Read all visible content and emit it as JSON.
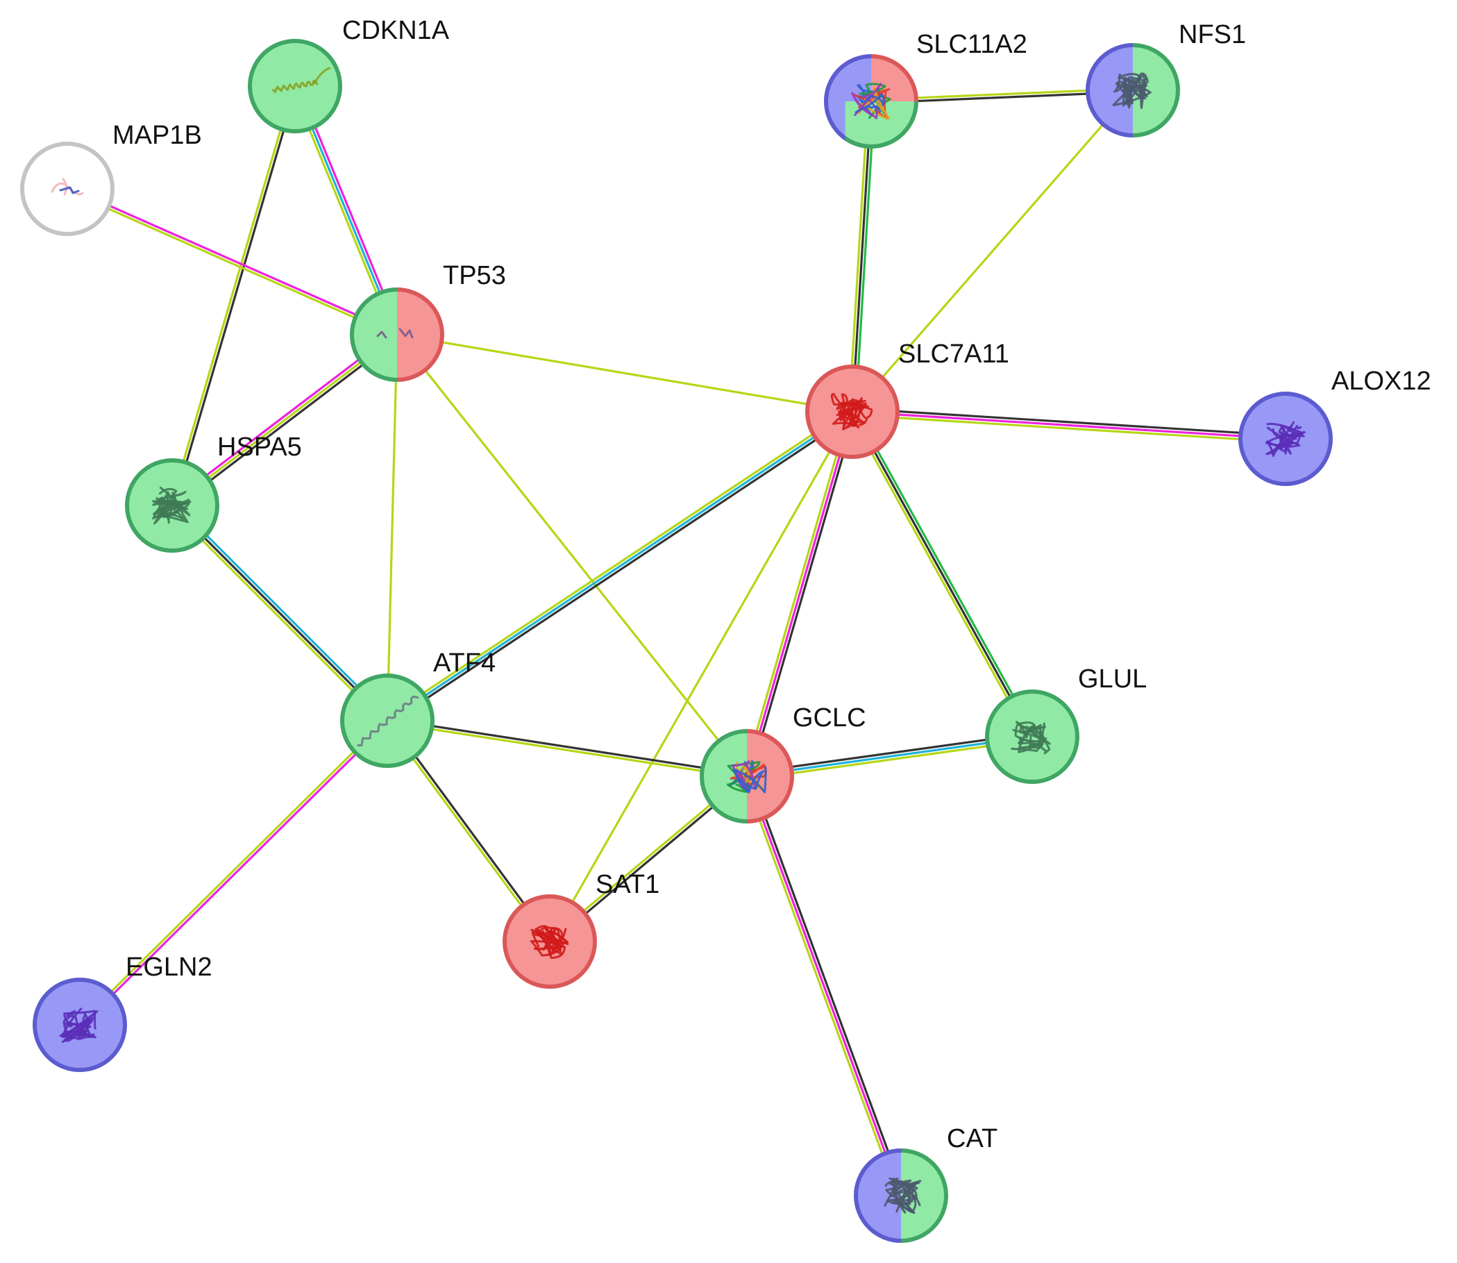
{
  "diagram": {
    "type": "protein-interaction-network",
    "colors": {
      "green_fill": "#90e9a5",
      "green_ring": "#3fa664",
      "red_fill": "#f69595",
      "red_ring": "#db5858",
      "blue_fill": "#9898f6",
      "blue_ring": "#5c5cd0",
      "white_fill": "#ffffff",
      "gray_ring": "#c4c4c4",
      "edge_yellowgreen": "#b6d616",
      "edge_black": "#333333",
      "edge_magenta": "#ee22dd",
      "edge_cyan": "#1eb2d8",
      "edge_green": "#22bb44"
    },
    "nodes": [
      {
        "id": "CDKN1A",
        "label": "CDKN1A",
        "colors": [
          "green"
        ],
        "structure": "helix"
      },
      {
        "id": "MAP1B",
        "label": "MAP1B",
        "colors": [
          "white"
        ],
        "structure": "faint"
      },
      {
        "id": "TP53",
        "label": "TP53",
        "colors": [
          "green",
          "red"
        ],
        "structure": "small"
      },
      {
        "id": "HSPA5",
        "label": "HSPA5",
        "colors": [
          "green"
        ],
        "structure": "globular"
      },
      {
        "id": "SLC11A2",
        "label": "SLC11A2",
        "colors": [
          "blue",
          "red",
          "green"
        ],
        "structure": "rainbow"
      },
      {
        "id": "NFS1",
        "label": "NFS1",
        "colors": [
          "blue",
          "green"
        ],
        "structure": "globular"
      },
      {
        "id": "SLC7A11",
        "label": "SLC7A11",
        "colors": [
          "red"
        ],
        "structure": "globular"
      },
      {
        "id": "ALOX12",
        "label": "ALOX12",
        "colors": [
          "blue"
        ],
        "structure": "globular"
      },
      {
        "id": "ATF4",
        "label": "ATF4",
        "colors": [
          "green"
        ],
        "structure": "helix"
      },
      {
        "id": "GCLC",
        "label": "GCLC",
        "colors": [
          "green",
          "red"
        ],
        "structure": "rainbow"
      },
      {
        "id": "GLUL",
        "label": "GLUL",
        "colors": [
          "green"
        ],
        "structure": "globular"
      },
      {
        "id": "SAT1",
        "label": "SAT1",
        "colors": [
          "red"
        ],
        "structure": "globular"
      },
      {
        "id": "EGLN2",
        "label": "EGLN2",
        "colors": [
          "blue"
        ],
        "structure": "globular"
      },
      {
        "id": "CAT",
        "label": "CAT",
        "colors": [
          "blue",
          "green"
        ],
        "structure": "globular"
      }
    ],
    "edges": [
      {
        "source": "CDKN1A",
        "target": "TP53",
        "evidence": [
          "magenta",
          "cyan",
          "yellowgreen"
        ]
      },
      {
        "source": "CDKN1A",
        "target": "HSPA5",
        "evidence": [
          "black",
          "yellowgreen"
        ]
      },
      {
        "source": "MAP1B",
        "target": "TP53",
        "evidence": [
          "magenta",
          "yellowgreen"
        ]
      },
      {
        "source": "TP53",
        "target": "HSPA5",
        "evidence": [
          "black",
          "yellowgreen",
          "magenta"
        ]
      },
      {
        "source": "TP53",
        "target": "SLC7A11",
        "evidence": [
          "yellowgreen"
        ]
      },
      {
        "source": "TP53",
        "target": "ATF4",
        "evidence": [
          "yellowgreen"
        ]
      },
      {
        "source": "TP53",
        "target": "GCLC",
        "evidence": [
          "yellowgreen"
        ]
      },
      {
        "source": "HSPA5",
        "target": "ATF4",
        "evidence": [
          "cyan",
          "black",
          "yellowgreen"
        ]
      },
      {
        "source": "SLC11A2",
        "target": "NFS1",
        "evidence": [
          "yellowgreen",
          "black"
        ]
      },
      {
        "source": "SLC11A2",
        "target": "SLC7A11",
        "evidence": [
          "green",
          "black",
          "yellowgreen"
        ]
      },
      {
        "source": "NFS1",
        "target": "SLC7A11",
        "evidence": [
          "yellowgreen"
        ]
      },
      {
        "source": "SLC7A11",
        "target": "ALOX12",
        "evidence": [
          "black",
          "magenta",
          "yellowgreen"
        ]
      },
      {
        "source": "SLC7A11",
        "target": "ATF4",
        "evidence": [
          "black",
          "cyan",
          "yellowgreen"
        ]
      },
      {
        "source": "SLC7A11",
        "target": "GCLC",
        "evidence": [
          "black",
          "magenta",
          "yellowgreen"
        ]
      },
      {
        "source": "SLC7A11",
        "target": "GLUL",
        "evidence": [
          "green",
          "black",
          "yellowgreen"
        ]
      },
      {
        "source": "SLC7A11",
        "target": "SAT1",
        "evidence": [
          "yellowgreen"
        ]
      },
      {
        "source": "ATF4",
        "target": "GCLC",
        "evidence": [
          "black",
          "yellowgreen"
        ]
      },
      {
        "source": "ATF4",
        "target": "SAT1",
        "evidence": [
          "black",
          "yellowgreen"
        ]
      },
      {
        "source": "ATF4",
        "target": "EGLN2",
        "evidence": [
          "magenta",
          "yellowgreen"
        ]
      },
      {
        "source": "GCLC",
        "target": "GLUL",
        "evidence": [
          "black",
          "cyan",
          "yellowgreen"
        ]
      },
      {
        "source": "GCLC",
        "target": "SAT1",
        "evidence": [
          "black",
          "yellowgreen"
        ]
      },
      {
        "source": "GCLC",
        "target": "CAT",
        "evidence": [
          "black",
          "magenta",
          "yellowgreen"
        ]
      }
    ]
  }
}
